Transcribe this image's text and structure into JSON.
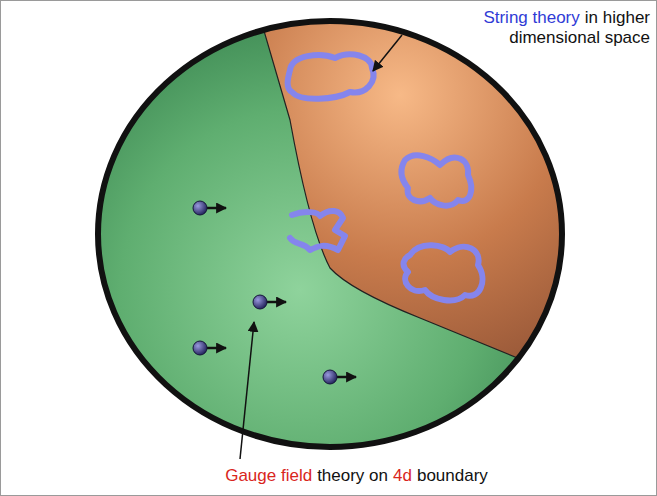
{
  "diagram": {
    "labels": [
      "String theory",
      "in higher dimensional space",
      "Gauge field",
      "theory on",
      "4d",
      "boundary"
    ]
  }
}
